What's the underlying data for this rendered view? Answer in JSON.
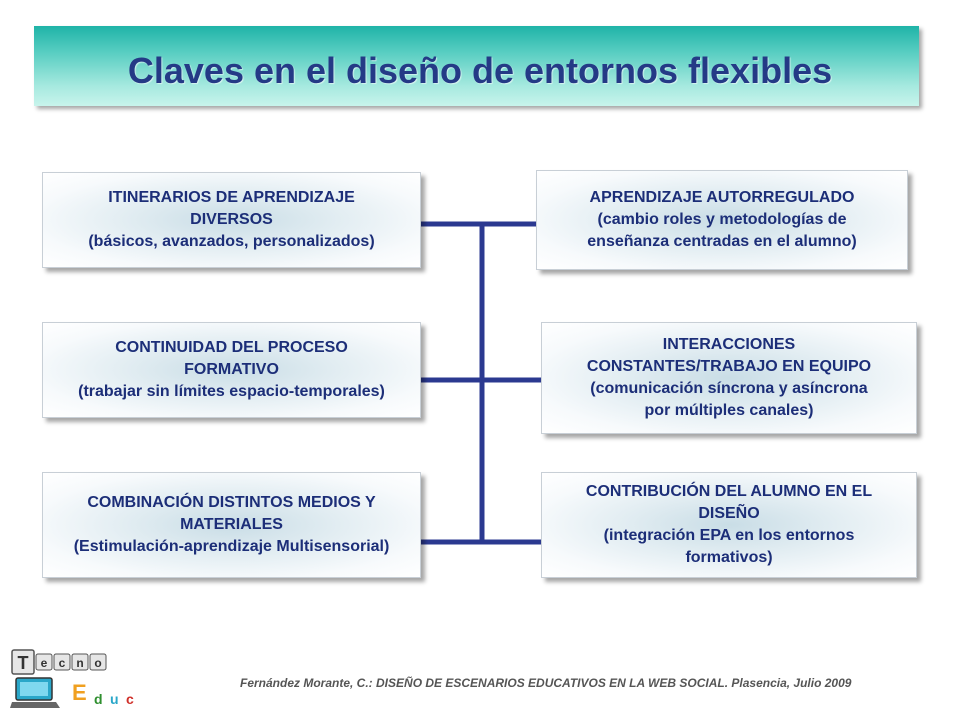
{
  "slide": {
    "title": "Claves en el diseño de entornos flexibles"
  },
  "boxes": {
    "left_1": {
      "line1": "ITINERARIOS DE APRENDIZAJE",
      "line2": "DIVERSOS",
      "line3": "(básicos, avanzados, personalizados)"
    },
    "left_2": {
      "line1": "CONTINUIDAD DEL PROCESO",
      "line2": "FORMATIVO",
      "line3": "(trabajar sin límites espacio-temporales)"
    },
    "left_3": {
      "line1": "COMBINACIÓN DISTINTOS MEDIOS Y",
      "line2": "MATERIALES",
      "line3": "(Estimulación-aprendizaje Multisensorial)"
    },
    "right_1": {
      "line1": "APRENDIZAJE AUTORREGULADO",
      "line2": "(cambio roles y metodologías de",
      "line3": "enseñanza centradas en el alumno)"
    },
    "right_2": {
      "line1": "INTERACCIONES",
      "line2": "CONSTANTES/TRABAJO EN EQUIPO",
      "line3": "(comunicación síncrona y asíncrona",
      "line4": "por múltiples canales)"
    },
    "right_3": {
      "line1": "CONTRIBUCIÓN DEL ALUMNO EN EL",
      "line2": "DISEÑO",
      "line3": "(integración EPA en los entornos",
      "line4": "formativos)"
    }
  },
  "logo": {
    "top_letters": [
      "T",
      "e",
      "c",
      "n",
      "o"
    ],
    "bottom_letters": [
      "E",
      "d",
      "u",
      "c"
    ]
  },
  "footer": {
    "citation": "Fernández Morante, C.: DISEÑO DE ESCENARIOS EDUCATIVOS EN LA WEB SOCIAL. Plasencia, Julio 2009"
  },
  "colors": {
    "title_text": "#243a86",
    "box_text": "#1c2e78",
    "connector": "#2b3990",
    "title_bar_top": "#1fb3a7",
    "title_bar_bottom": "#c8f4ec"
  }
}
